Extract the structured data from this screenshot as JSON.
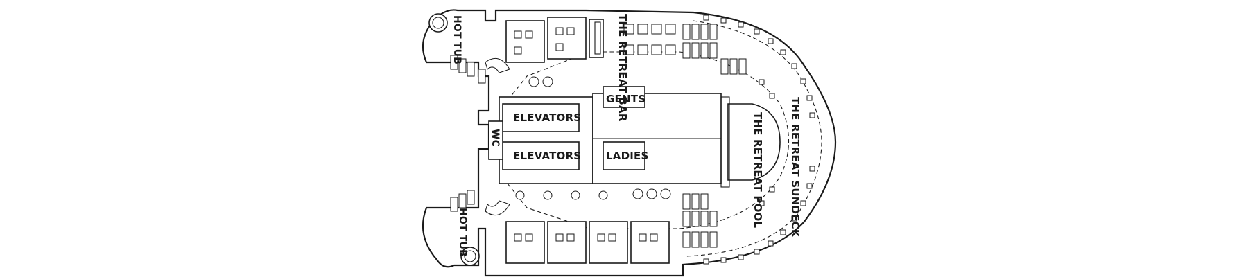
{
  "labels": {
    "hot_tub_top": "HOT TUB",
    "hot_tub_bottom": "HOT TUB",
    "retreat_bar": "THE RETREAT BAR",
    "gents": "GENTS",
    "elevators_1": "ELEVATORS",
    "elevators_2": "ELEVATORS",
    "wc": "WC",
    "ladies": "LADIES",
    "retreat_pool": "THE RETREAT POOL",
    "retreat_sundeck": "THE RETREAT SUNDECK"
  },
  "colors": {
    "line": "#1a1a1a",
    "background": "#ffffff"
  }
}
